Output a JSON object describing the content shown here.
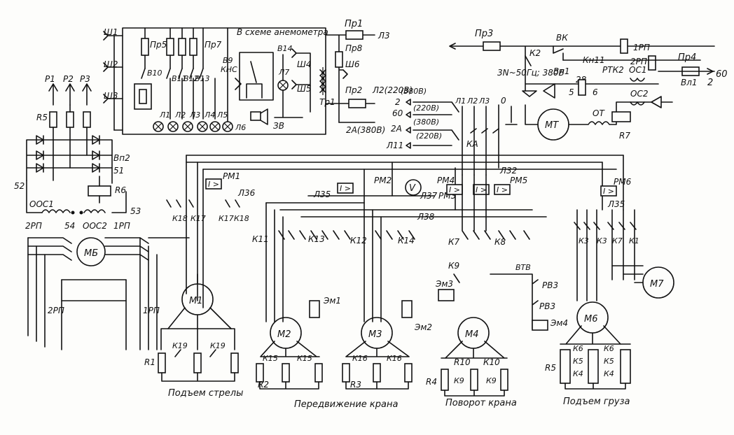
{
  "panel": {
    "sockets": [
      "Ш1",
      "Ш2",
      "Ш3"
    ],
    "fuses": [
      "Пр5",
      "Пр7",
      "Пр1",
      "Пр8"
    ],
    "switches": [
      "В10",
      "В11",
      "В12",
      "В13",
      "В9",
      "В14"
    ],
    "lamps": [
      "Л1",
      "Л2",
      "Л3",
      "Л4",
      "Л5",
      "Л6",
      "Л7"
    ],
    "anemometer_note": "В схеме анемометра",
    "kns": "КНС",
    "socket_right": [
      "Ш4",
      "Ш5",
      "Ш6"
    ],
    "transformer": "Тр1",
    "bell": "ЗВ",
    "fuse2": "Пр2",
    "out_l3": "Л3",
    "out_l2": "Л2(220В)",
    "out_2a": "2А(380В)"
  },
  "rectifier": {
    "outputs": [
      "Р1",
      "Р2",
      "Р3"
    ],
    "r5": "R5",
    "vp2": "Вп2",
    "n51": "51",
    "n52": "52",
    "r6": "R6",
    "n53": "53",
    "oos1": "ООС1",
    "oos2": "ООС2",
    "n54": "54",
    "rp2": "2РП",
    "rp1": "1РП"
  },
  "supply": {
    "pr3": "Пр3",
    "vk": "ВК",
    "k2": "К2",
    "kn11": "Кн11",
    "rp1": "1РП",
    "rp2": "2РП",
    "pr4": "Пр4",
    "out60": "60",
    "vl1_right": "Вл1",
    "out2": "2",
    "vl1": "Вл1",
    "n28": "28",
    "n5": "5",
    "n6": "6",
    "rtk2": "РТК2",
    "oc1": "ОС1",
    "oc2": "ОС2",
    "mt": "МТ",
    "ot": "ОТ",
    "r7": "R7",
    "mains": "3N~50Гц; 380В",
    "zero": "0",
    "l_phases": [
      "Л1",
      "Л2",
      "Л3"
    ],
    "bus": [
      "(380В)",
      "2",
      "(220В)",
      "60",
      "(380В)",
      "2А",
      "(220В)",
      "Л11"
    ],
    "ka": "КА"
  },
  "relays": {
    "rm1": "РМ1",
    "rm2": "РМ2",
    "rm3": "РМ3",
    "rm4": "РМ4",
    "rm5": "РМ5",
    "rm6": "РМ6",
    "v": "V",
    "l32": "Л32",
    "l35": "Л35",
    "l35b": "Л35",
    "l36": "Л36",
    "l37": "Л37",
    "l38": "Л38",
    "ovl": "I >"
  },
  "motors": {
    "mb_top": "МБ",
    "m1": "М1",
    "m2": "М2",
    "m3": "М3",
    "m4": "М4",
    "m6": "М6",
    "m7": "М7",
    "rp2": "2РП",
    "rp1": "1РП",
    "k18": "К18",
    "k17": "К17",
    "k17b": "К17",
    "k18b": "К18",
    "k11": "К11",
    "k13": "К13",
    "k12": "К12",
    "k14": "К14",
    "k7": "К7",
    "k8": "К8",
    "k9": "К9",
    "k3": "К3",
    "k3b": "К3",
    "k7r": "К7",
    "k1": "К1",
    "em1": "Эм1",
    "em2": "Эм2",
    "em3": "Эм3",
    "em4": "Эм4",
    "vtv": "ВТВ",
    "rv3": "РВ3",
    "rv3b": "РВ3",
    "r1": "R1",
    "k19": "К19",
    "k19b": "К19",
    "r2": "R2",
    "k15": "К15",
    "k15b": "К15",
    "r3": "R3",
    "k16": "К16",
    "k16b": "К16",
    "r4": "R4",
    "r10": "R10",
    "k10": "К10",
    "k9a": "К9",
    "k9b": "К9",
    "r5": "R5",
    "k6": "К6",
    "k6b": "К6",
    "k5": "К5",
    "k5b": "К5",
    "k4": "К4",
    "k4b": "К4"
  },
  "captions": {
    "boom": "Подъем стрелы",
    "travel": "Передвижение крана",
    "slew": "Поворот крана",
    "hoist": "Подъем груза"
  }
}
